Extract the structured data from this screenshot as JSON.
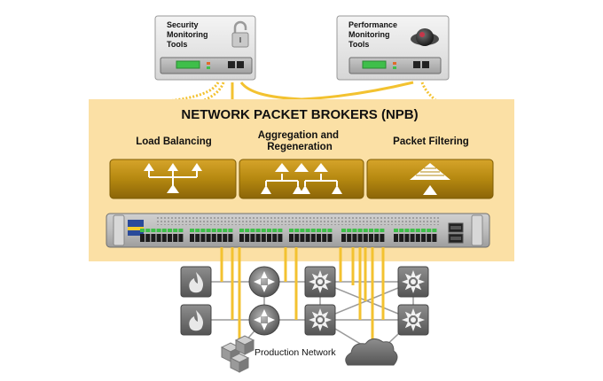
{
  "tools": {
    "security": {
      "label_lines": [
        "Security",
        "Monitoring",
        "Tools"
      ],
      "icon": "padlock-icon"
    },
    "performance": {
      "label_lines": [
        "Performance",
        "Monitoring",
        "Tools"
      ],
      "icon": "speed-gauge-icon"
    }
  },
  "npb": {
    "title": "NETWORK PACKET BROKERS (NPB)",
    "sections": [
      {
        "label_lines": [
          "Load Balancing"
        ],
        "icon": "load-balancing-icon"
      },
      {
        "label_lines": [
          "Aggregation and",
          "Regeneration"
        ],
        "icon": "aggregation-regeneration-icon"
      },
      {
        "label_lines": [
          "Packet Filtering"
        ],
        "icon": "packet-filtering-icon"
      }
    ],
    "device_logo": "Brand"
  },
  "network": {
    "production_label": "Production Network",
    "icons": [
      "firewall-icon",
      "router-icon",
      "switch-icon",
      "servers-icon",
      "cloud-icon"
    ]
  },
  "colors": {
    "panel_bg": "#fbe0a5",
    "tile_fill": "#b98a10",
    "link_yellow": "#f3c230",
    "device_gray": "#b7b7b7",
    "connector_gray": "#9a9a9a"
  }
}
